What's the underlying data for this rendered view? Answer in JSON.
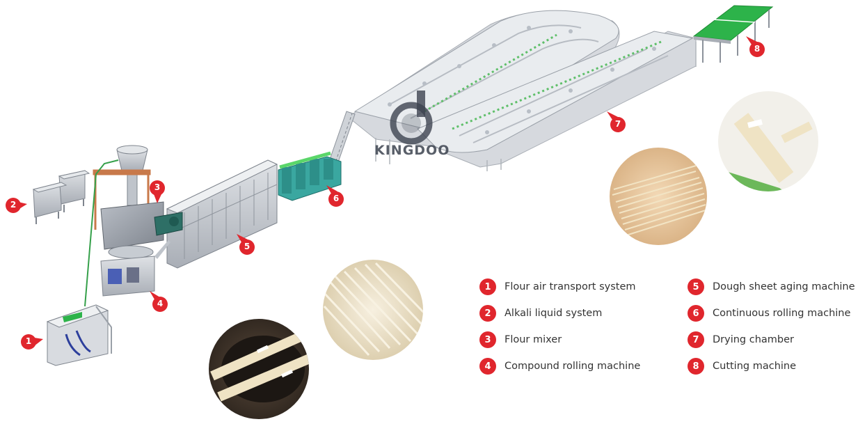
{
  "brand": {
    "logo_text": "KINGDOO"
  },
  "legend": [
    {
      "num": "1",
      "label": "Flour air transport system"
    },
    {
      "num": "2",
      "label": "Alkali liquid system"
    },
    {
      "num": "3",
      "label": "Flour mixer"
    },
    {
      "num": "4",
      "label": "Compound rolling machine"
    },
    {
      "num": "5",
      "label": "Dough sheet aging machine"
    },
    {
      "num": "6",
      "label": "Continuous rolling machine"
    },
    {
      "num": "7",
      "label": "Drying chamber"
    },
    {
      "num": "8",
      "label": "Cutting machine"
    }
  ],
  "colors": {
    "marker": "#e0262d",
    "machine": "#c9cdd3",
    "accent_green": "#2db34a",
    "noodle": "#efe3c4"
  }
}
